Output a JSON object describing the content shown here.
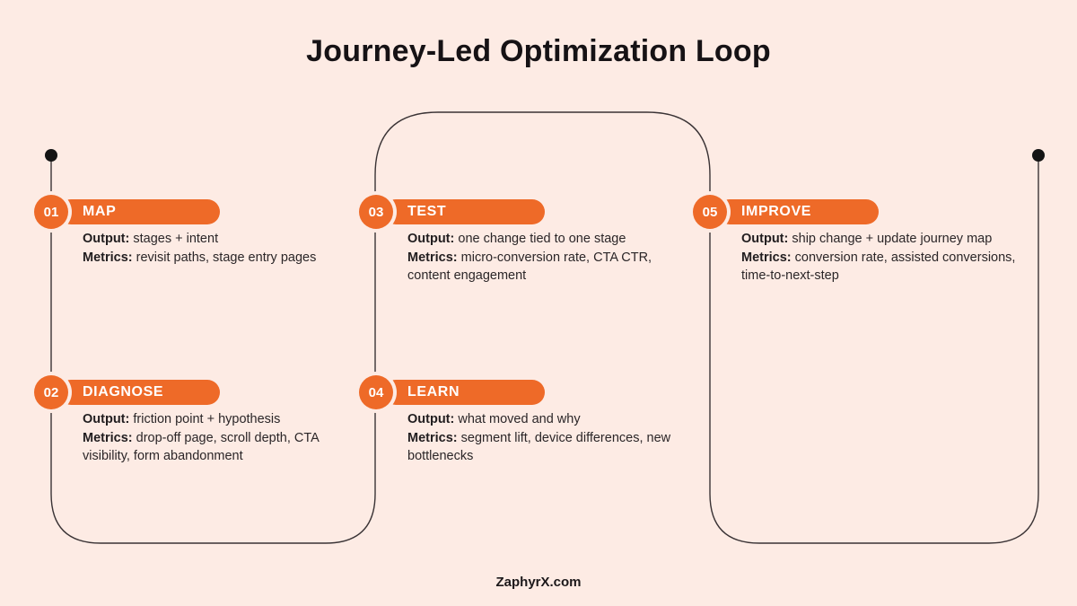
{
  "title": "Journey-Led Optimization Loop",
  "footer": {
    "brand": "ZaphyrX.com"
  },
  "labels": {
    "output": "Output:",
    "metrics": "Metrics:"
  },
  "stages": [
    {
      "number": "01",
      "label": "MAP",
      "output": "stages + intent",
      "metrics": "revisit paths, stage entry pages"
    },
    {
      "number": "02",
      "label": "DIAGNOSE",
      "output": "friction point + hypothesis",
      "metrics": "drop-off page, scroll depth, CTA visibility, form abandonment"
    },
    {
      "number": "03",
      "label": "TEST",
      "output": "one change tied to one stage",
      "metrics": "micro-conversion rate, CTA CTR, content engagement"
    },
    {
      "number": "04",
      "label": "LEARN",
      "output": "what moved and why",
      "metrics": "segment lift, device differences, new bottlenecks"
    },
    {
      "number": "05",
      "label": "IMPROVE",
      "output": "ship change + update journey map",
      "metrics": "conversion rate, assisted conversions, time-to-next-step"
    }
  ],
  "colors": {
    "accent": "#ee6a28",
    "background": "#fdebe4",
    "line": "#3a3335",
    "dot": "#141414",
    "text": "#2b2628"
  }
}
